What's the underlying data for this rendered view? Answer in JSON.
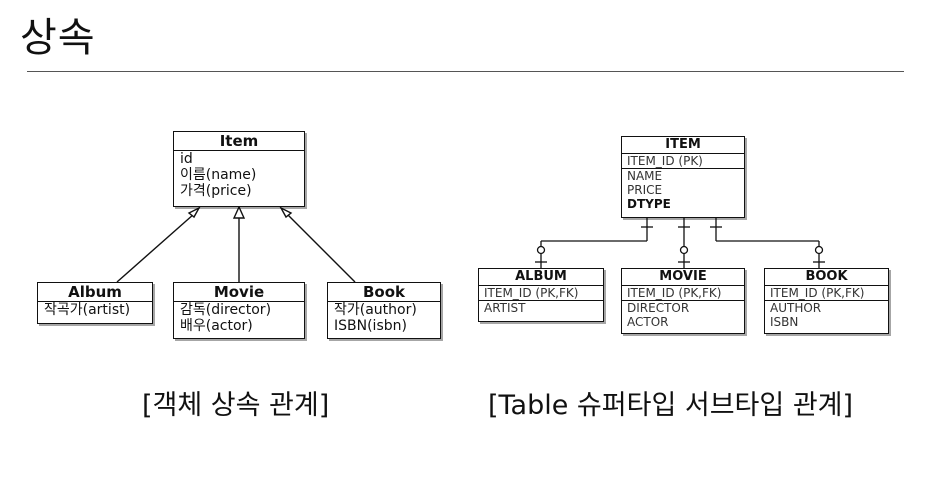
{
  "title": "상속",
  "object_diagram": {
    "parent": {
      "name": "Item",
      "fields": [
        "id",
        "이름(name)",
        "가격(price)"
      ]
    },
    "children": [
      {
        "name": "Album",
        "fields": [
          "작곡가(artist)"
        ]
      },
      {
        "name": "Movie",
        "fields": [
          "감독(director)",
          "배우(actor)"
        ]
      },
      {
        "name": "Book",
        "fields": [
          "작가(author)",
          "ISBN(isbn)"
        ]
      }
    ],
    "caption": "[객체 상속 관계]"
  },
  "table_diagram": {
    "parent": {
      "name": "ITEM",
      "pk": "ITEM_ID (PK)",
      "columns": [
        "NAME",
        "PRICE",
        "DTYPE"
      ]
    },
    "children": [
      {
        "name": "ALBUM",
        "pk": "ITEM_ID (PK,FK)",
        "columns": [
          "ARTIST"
        ]
      },
      {
        "name": "MOVIE",
        "pk": "ITEM_ID (PK,FK)",
        "columns": [
          "DIRECTOR",
          "ACTOR"
        ]
      },
      {
        "name": "BOOK",
        "pk": "ITEM_ID (PK,FK)",
        "columns": [
          "AUTHOR",
          "ISBN"
        ]
      }
    ],
    "caption": "[Table 슈퍼타입 서브타입 관계]"
  }
}
